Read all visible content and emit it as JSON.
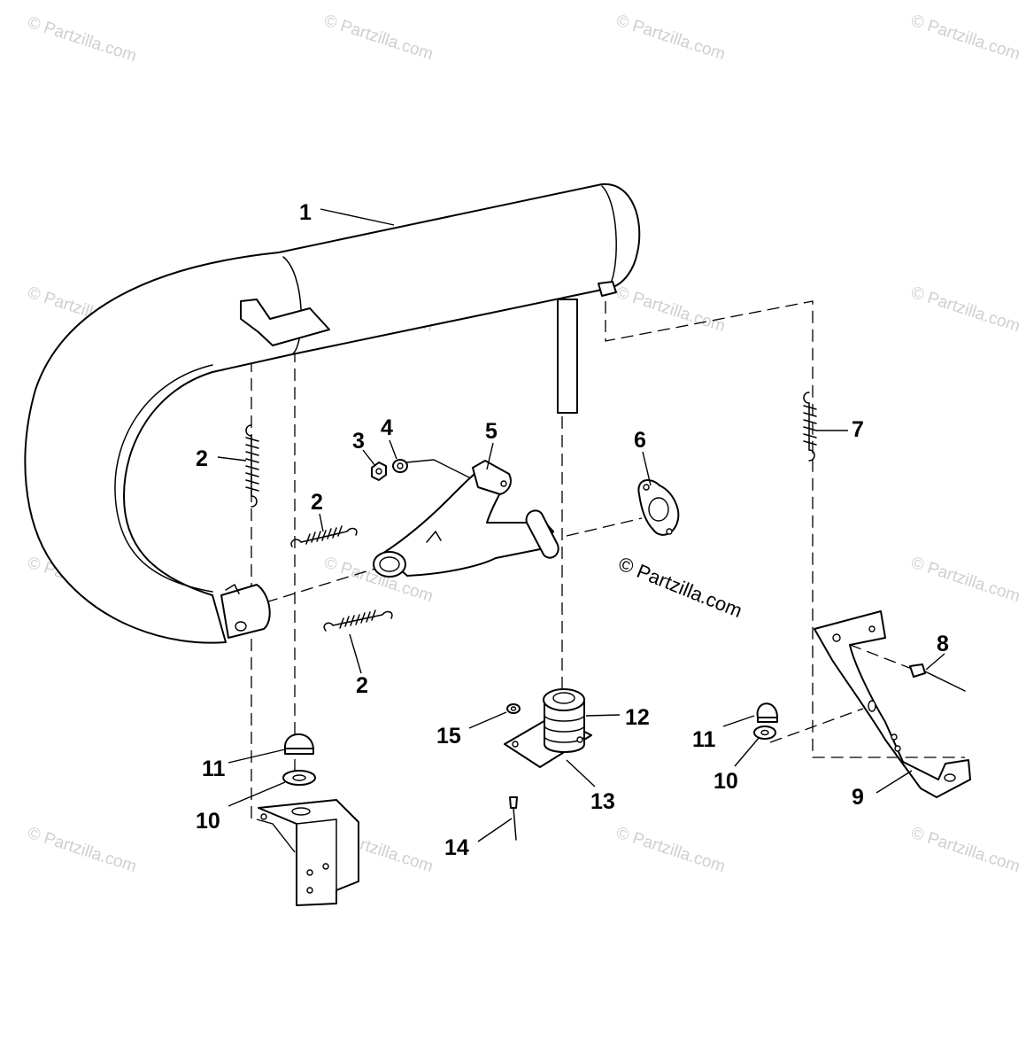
{
  "watermark": {
    "text": "© Partzilla.com",
    "color": "#cfcfcf"
  },
  "center_watermark": "© Partzilla.com",
  "callouts": {
    "c1": "1",
    "c2a": "2",
    "c2b": "2",
    "c2c": "2",
    "c3": "3",
    "c4": "4",
    "c5": "5",
    "c6": "6",
    "c7": "7",
    "c8": "8",
    "c9": "9",
    "c10a": "10",
    "c10b": "10",
    "c11a": "11",
    "c11b": "11",
    "c12": "12",
    "c13": "13",
    "c14": "14",
    "c15": "15"
  },
  "colors": {
    "line": "#000000",
    "background": "#ffffff"
  }
}
